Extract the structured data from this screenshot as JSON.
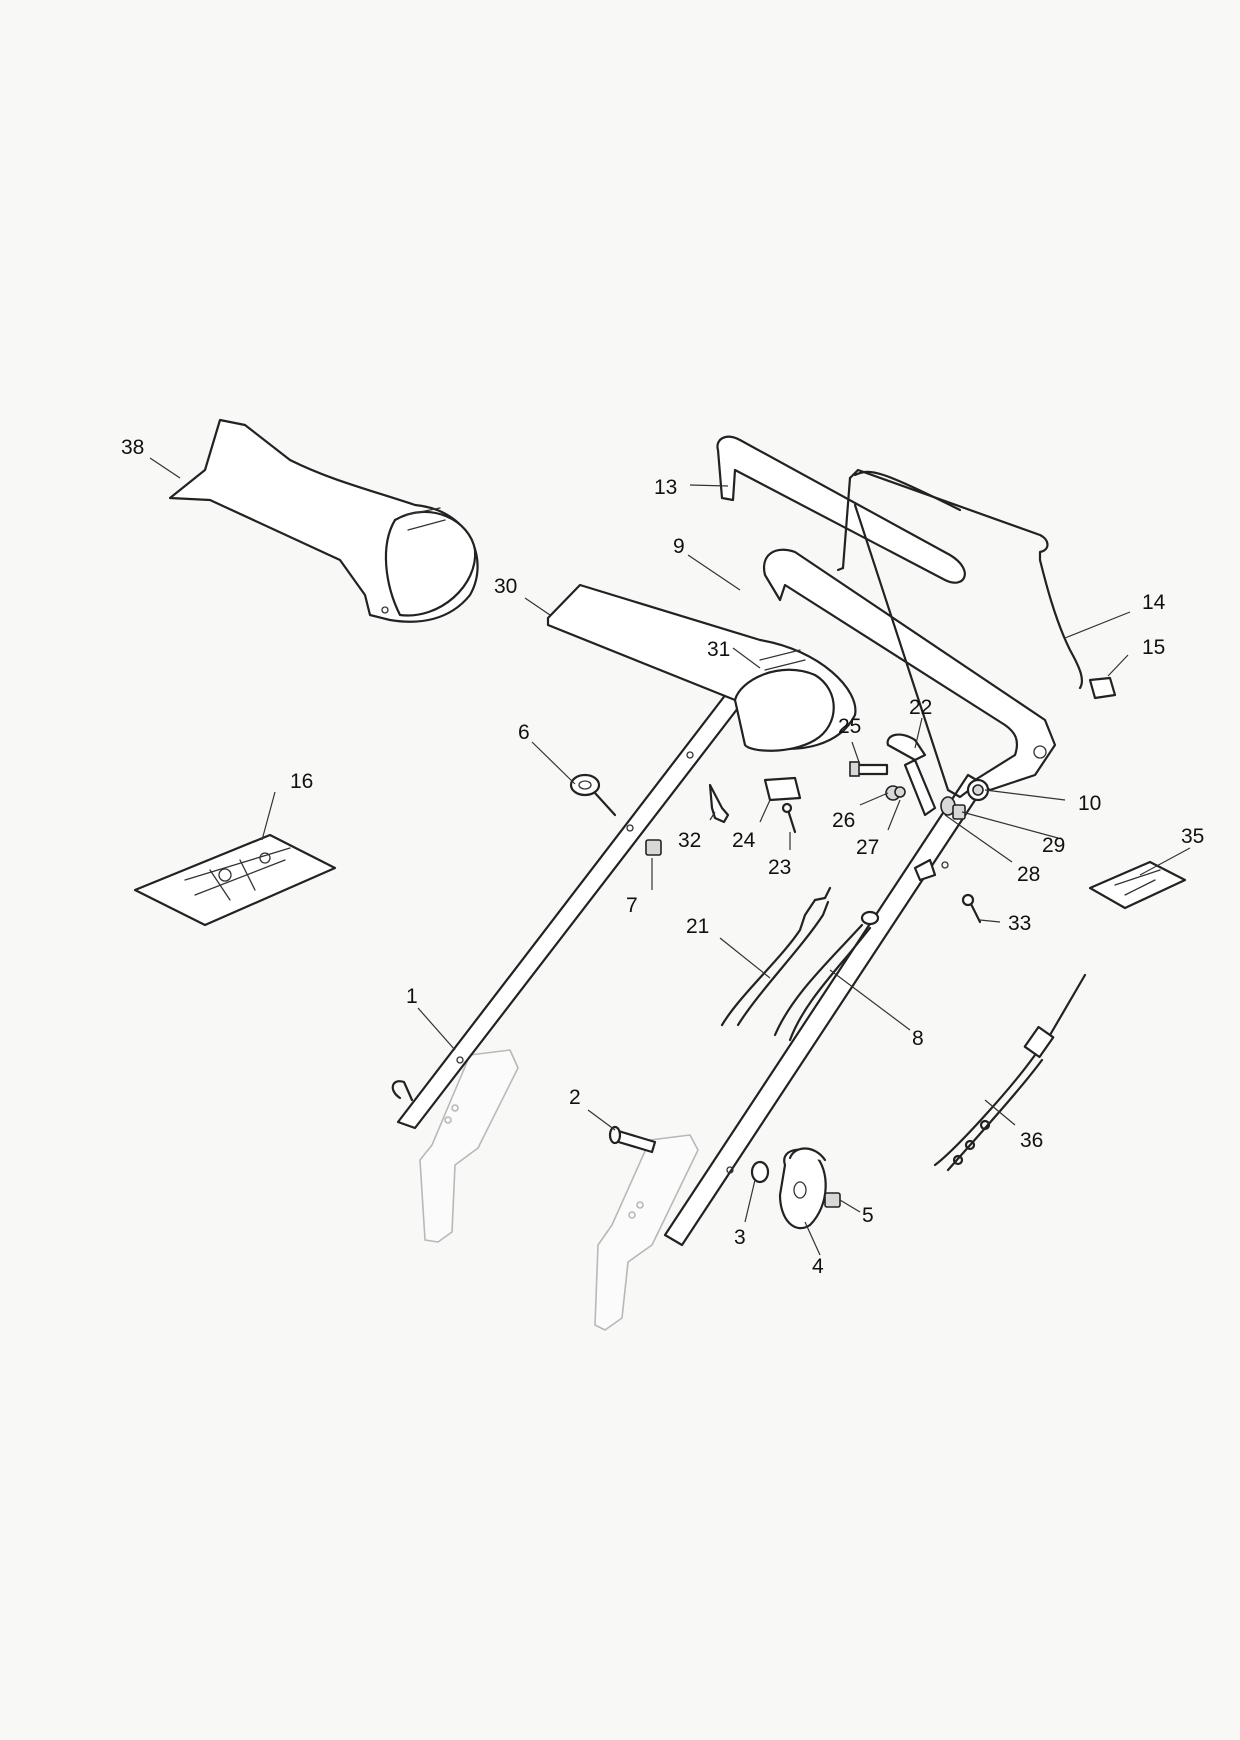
{
  "callouts": [
    {
      "id": "c1",
      "text": "1"
    },
    {
      "id": "c2",
      "text": "2"
    },
    {
      "id": "c3",
      "text": "3"
    },
    {
      "id": "c4",
      "text": "4"
    },
    {
      "id": "c5",
      "text": "5"
    },
    {
      "id": "c6",
      "text": "6"
    },
    {
      "id": "c7",
      "text": "7"
    },
    {
      "id": "c8",
      "text": "8"
    },
    {
      "id": "c9",
      "text": "9"
    },
    {
      "id": "c10",
      "text": "10"
    },
    {
      "id": "c13",
      "text": "13"
    },
    {
      "id": "c14",
      "text": "14"
    },
    {
      "id": "c15",
      "text": "15"
    },
    {
      "id": "c16",
      "text": "16"
    },
    {
      "id": "c21",
      "text": "21"
    },
    {
      "id": "c22",
      "text": "22"
    },
    {
      "id": "c23",
      "text": "23"
    },
    {
      "id": "c24",
      "text": "24"
    },
    {
      "id": "c25",
      "text": "25"
    },
    {
      "id": "c26",
      "text": "26"
    },
    {
      "id": "c27",
      "text": "27"
    },
    {
      "id": "c28",
      "text": "28"
    },
    {
      "id": "c29",
      "text": "29"
    },
    {
      "id": "c30",
      "text": "30"
    },
    {
      "id": "c31",
      "text": "31"
    },
    {
      "id": "c32",
      "text": "32"
    },
    {
      "id": "c33",
      "text": "33"
    },
    {
      "id": "c35",
      "text": "35"
    },
    {
      "id": "c36",
      "text": "36"
    },
    {
      "id": "c38",
      "text": "38"
    }
  ]
}
